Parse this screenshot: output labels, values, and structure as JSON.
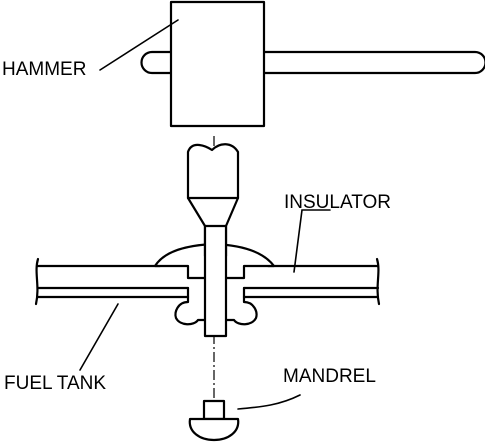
{
  "labels": {
    "hammer": "HAMMER",
    "insulator": "INSULATOR",
    "fuel_tank": "FUEL TANK",
    "mandrel": "MANDREL"
  }
}
